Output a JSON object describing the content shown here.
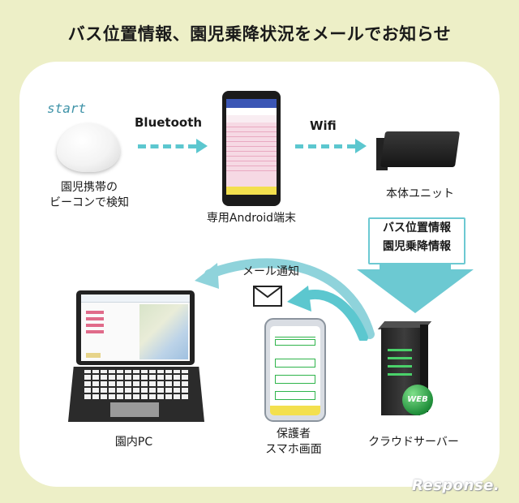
{
  "title": "バス位置情報、園児乗降状況をメールでお知らせ",
  "start_label": "start",
  "beacon": {
    "line1": "園児携帯の",
    "line2": "ビーコンで検知"
  },
  "bluetooth_label": "Bluetooth",
  "wifi_label": "Wifi",
  "android_label": "専用Android端末",
  "unit_label": "本体ユニット",
  "down_arrow": {
    "line1": "バス位置情報",
    "line2": "園児乗降情報"
  },
  "mail_label": "メール通知",
  "pc_label": "園内PC",
  "smartphone": {
    "line1": "保護者",
    "line2": "スマホ画面"
  },
  "server_label": "クラウドサーバー",
  "server_badge": "WEB",
  "footer": "Response.",
  "colors": {
    "background": "#edefc7",
    "arrow": "#5cc7cf",
    "panel": "#ffffff"
  }
}
